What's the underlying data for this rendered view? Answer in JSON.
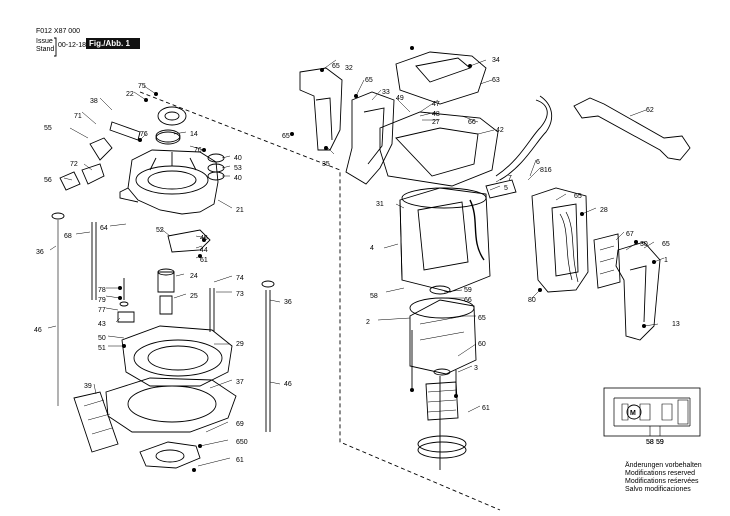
{
  "header": {
    "code": "F012 X87 000",
    "issue_label": "Issue",
    "stand_label": "Stand",
    "date": "00-12-18",
    "figure": "Fig./Abb. 1"
  },
  "notes": [
    "Änderungen vorbehalten",
    "Modifications reserved",
    "Modifications reśervées",
    "Salvo modificaciones"
  ],
  "callouts": [
    "65",
    "32",
    "65",
    "33",
    "65",
    "34",
    "63",
    "49",
    "47",
    "48",
    "27",
    "66",
    "35",
    "42",
    "62",
    "7",
    "5",
    "6",
    "816",
    "31",
    "65",
    "28",
    "4",
    "67",
    "30",
    "65",
    "1",
    "58",
    "59",
    "66",
    "80",
    "2",
    "65",
    "13",
    "60",
    "3",
    "61",
    "75",
    "22",
    "38",
    "71",
    "14",
    "55",
    "76",
    "76",
    "40",
    "53",
    "40",
    "72",
    "56",
    "21",
    "68",
    "64",
    "52",
    "45",
    "44",
    "61",
    "36",
    "24",
    "74",
    "78",
    "79",
    "77",
    "25",
    "73",
    "36",
    "43",
    "46",
    "50",
    "51",
    "29",
    "39",
    "37",
    "46",
    "69",
    "650",
    "61",
    "58",
    "59"
  ],
  "schematic": {
    "motor_label": "M",
    "labels": [
      "58",
      "59"
    ]
  }
}
